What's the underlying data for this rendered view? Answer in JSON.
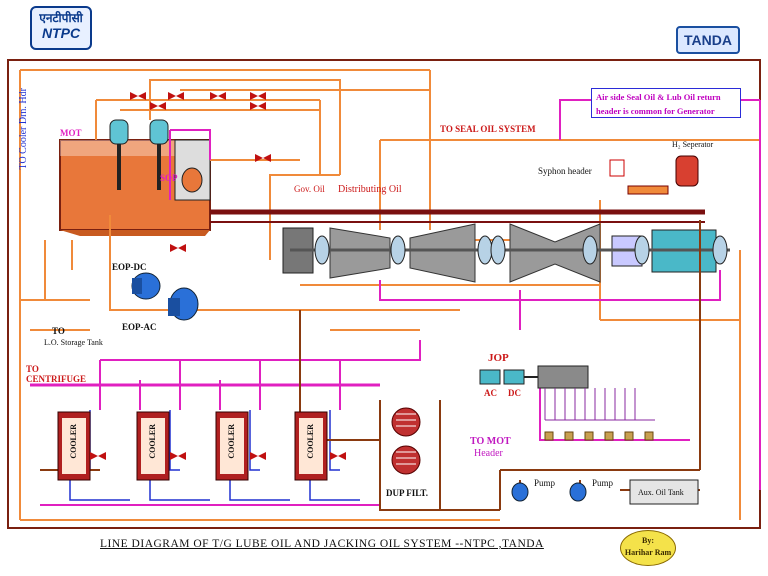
{
  "logos": {
    "ntpc_hindi": "एनटीपीसी",
    "ntpc": "NTPC",
    "tanda": "TANDA"
  },
  "labels": {
    "to_cooler_drn": "TO Cooler Drn. Hdr",
    "mot": "MOT",
    "sop": "SOP",
    "to_seal_oil": "TO SEAL OIL SYSTEM",
    "gov_oil": "Gov. Oil",
    "distributing_oil": "Distributing Oil",
    "syphon_header": "Syphon header",
    "h2_separator": "H₂ Seperator",
    "eop_dc": "EOP-DC",
    "eop_ac": "EOP-AC",
    "to_lo_storage_line1": "TO",
    "to_lo_storage_line2": "L.O. Storage Tank",
    "to_centrifuge_line1": "TO",
    "to_centrifuge_line2": "CENTRIFUGE",
    "jop": "JOP",
    "ac": "AC",
    "dc": "DC",
    "to_mot_header_line1": "TO MOT",
    "to_mot_header_line2": "Header",
    "dup_filt": "DUP FILT.",
    "pump1": "Pump",
    "pump2": "Pump",
    "aux_oil_tank": "Aux. Oil Tank",
    "cooler": "COOLER"
  },
  "note": "Air side Seal Oil & Lub Oil return header is common for Generator",
  "footer": {
    "title": "LINE  DIAGRAM OF  T/G  LUBE OIL  AND JACKING OIL SYSTEM --NTPC ,TANDA",
    "by": "By:",
    "author": "Harihar Ram"
  },
  "colors": {
    "oil_orange": "#f08a3a",
    "pipe_maroon": "#7a1010",
    "pipe_magenta": "#e020c0",
    "water_blue": "#2030d0",
    "frame": "#7a2010",
    "turbine_gray": "#9a9a9a",
    "cooler_red": "#b02020",
    "generator_cyan": "#4ab8c8"
  }
}
